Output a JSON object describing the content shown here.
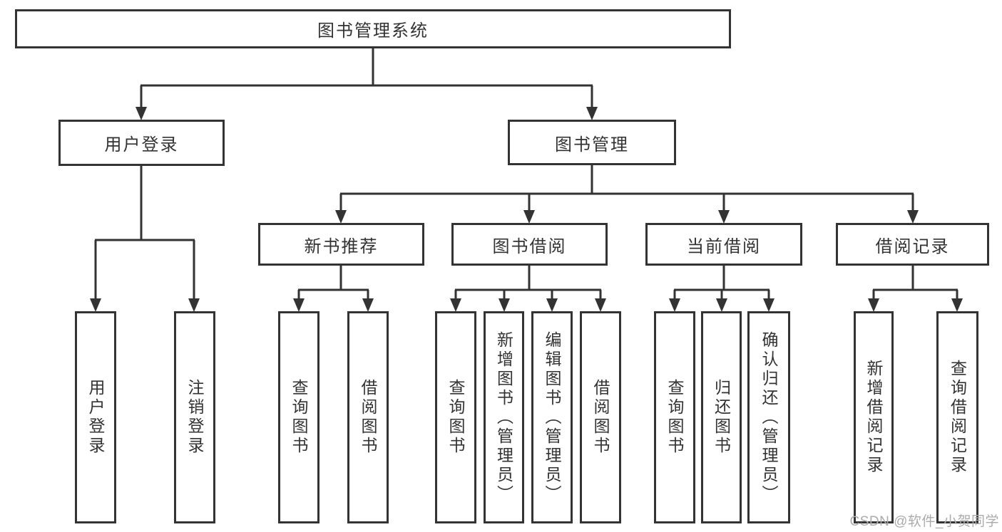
{
  "nodes": {
    "root": "图书管理系统",
    "user_login": "用户登录",
    "book_mgmt": "图书管理",
    "leaf_user_login": "用户登录",
    "leaf_logout": "注销登录",
    "new_book": "新书推荐",
    "book_borrow": "图书借阅",
    "current_borrow": "当前借阅",
    "borrow_records": "借阅记录",
    "nb_query_books": "查询图书",
    "nb_borrow_books": "借阅图书",
    "bb_query_books": "查询图书",
    "bb_add_books": "新增图书（管理员）",
    "bb_edit_books": "编辑图书（管理员）",
    "bb_borrow_books": "借阅图书",
    "cb_query_books": "查询图书",
    "cb_return_books": "归还图书",
    "cb_confirm_return": "确认归还（管理员）",
    "br_add_record": "新增借阅记录",
    "br_query_record": "查询借阅记录"
  },
  "hierarchy": {
    "图书管理系统": {
      "用户登录": [
        "用户登录",
        "注销登录"
      ],
      "图书管理": {
        "新书推荐": [
          "查询图书",
          "借阅图书"
        ],
        "图书借阅": [
          "查询图书",
          "新增图书（管理员）",
          "编辑图书（管理员）",
          "借阅图书"
        ],
        "当前借阅": [
          "查询图书",
          "归还图书",
          "确认归还（管理员）"
        ],
        "借阅记录": [
          "新增借阅记录",
          "查询借阅记录"
        ]
      }
    }
  },
  "watermark": "CSDN @软件_小贺同学",
  "colors": {
    "line": "#333333",
    "box_border": "#333333",
    "text": "#333333",
    "background": "#ffffff",
    "watermark": "#ababab"
  }
}
